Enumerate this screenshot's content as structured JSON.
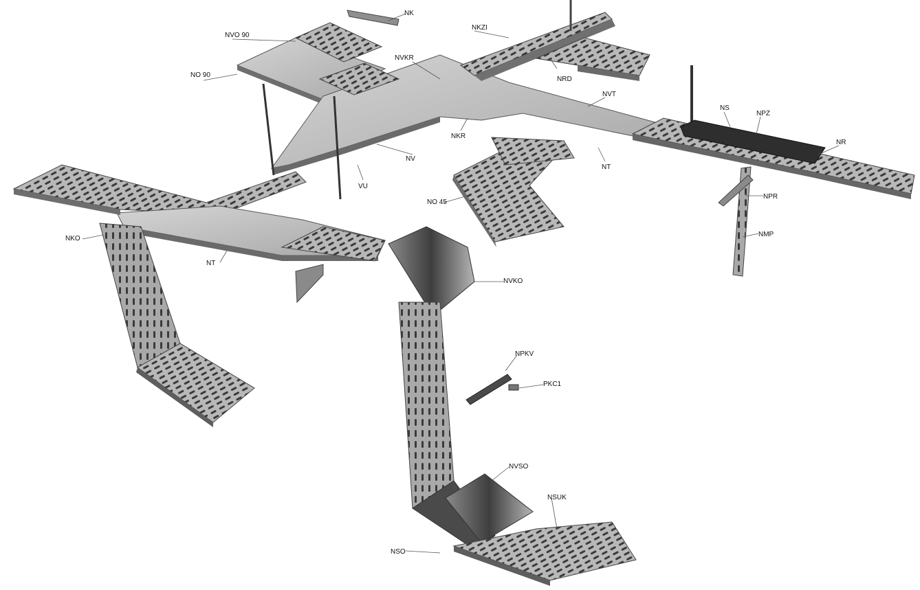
{
  "colors": {
    "metal_light": "#c9c9c9",
    "metal_mid": "#a9a9a9",
    "metal_dark": "#6e6e6e",
    "metal_shadow": "#3a3a3a",
    "slot": "#2e2e2e",
    "leader": "#555555",
    "label_text": "#111111",
    "background": "#ffffff"
  },
  "labels": {
    "nk": "NK",
    "nkzi": "NKZI",
    "nvo90": "NVO 90",
    "nvkr": "NVKR",
    "no90": "NO 90",
    "nrd": "NRD",
    "nvt": "NVT",
    "ns": "NS",
    "npz": "NPZ",
    "nr": "NR",
    "nkr": "NKR",
    "nt_right": "NT",
    "nv": "NV",
    "vu": "VU",
    "no45": "NO 45",
    "npr": "NPR",
    "nmp": "NMP",
    "nko": "NKO",
    "nt_left": "NT",
    "nvko": "NVKO",
    "npkv": "NPKV",
    "pkc1": "PKC1",
    "nvso": "NVSO",
    "nsuk": "NSUK",
    "nso": "NSO"
  }
}
